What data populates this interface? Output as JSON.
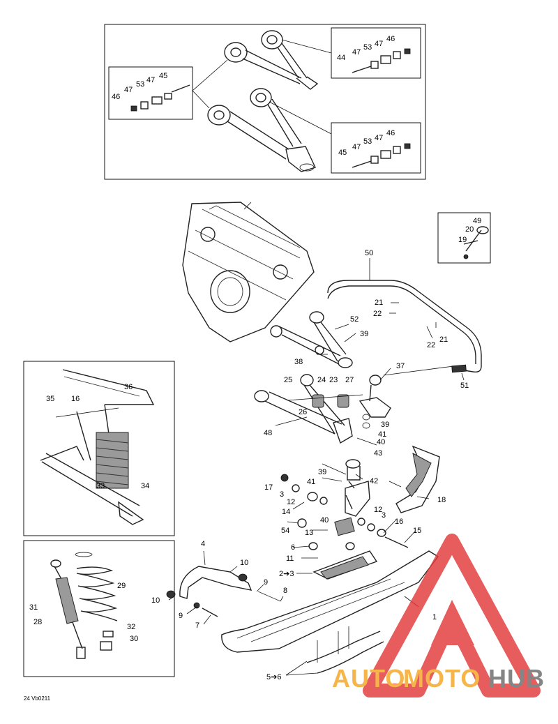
{
  "diagram": {
    "reference_code": "24 Vb0211",
    "inset_top_labels": {
      "left_group": [
        "46",
        "47",
        "53",
        "47",
        "45"
      ],
      "right_upper_group": [
        "44",
        "47",
        "53",
        "47",
        "46"
      ],
      "right_lower_group": [
        "45",
        "47",
        "53",
        "47",
        "46"
      ]
    },
    "inset_shock_labels": [
      "35",
      "16",
      "36",
      "33",
      "34"
    ],
    "inset_spring_labels": [
      "31",
      "28",
      "29",
      "32",
      "30"
    ],
    "inset_hardware_labels": [
      "49",
      "20",
      "19"
    ],
    "main_labels": [
      "50",
      "21",
      "22",
      "22",
      "21",
      "52",
      "39",
      "38",
      "37",
      "51",
      "25",
      "24",
      "23",
      "27",
      "26",
      "48",
      "39",
      "41",
      "40",
      "43",
      "42",
      "18",
      "17",
      "39",
      "41",
      "3",
      "12",
      "14",
      "40",
      "54",
      "12",
      "3",
      "16",
      "15",
      "13",
      "6",
      "11",
      "2➔3",
      "4",
      "10",
      "9",
      "8",
      "10",
      "9",
      "7",
      "1",
      "5➔6"
    ]
  },
  "watermark": {
    "part1": "AUTO",
    "part2": "MOTO",
    "part3": "HUB",
    "color_red": "#e23a3a",
    "color_orange": "#f5a623",
    "color_gray": "#6b6b6b"
  }
}
